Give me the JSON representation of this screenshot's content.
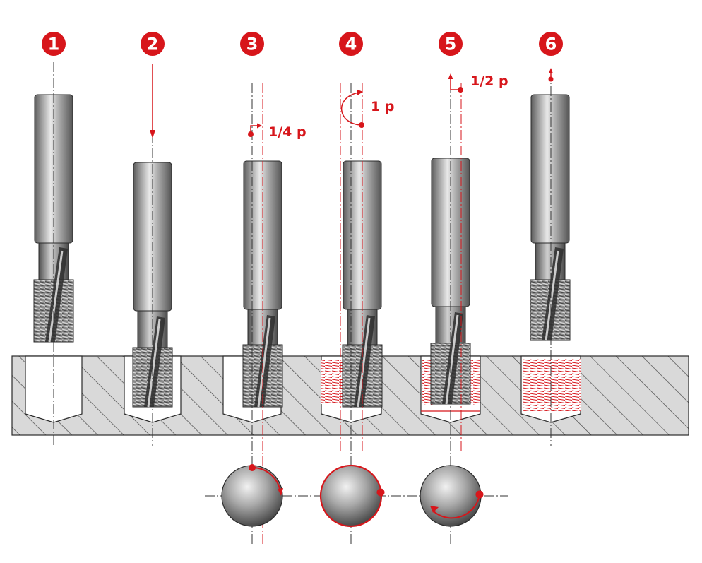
{
  "diagram": {
    "colors": {
      "accent": "#d7161b",
      "workpiece": "#d9d9d9",
      "hatch": "#4a4a4a",
      "outline": "#2b2b2b",
      "centerline": "#333333"
    },
    "steps": [
      {
        "number": "1",
        "motion_label": "",
        "icon": "tool-above-hole"
      },
      {
        "number": "2",
        "motion_label": "",
        "icon": "plunge-down-arrow"
      },
      {
        "number": "3",
        "motion_label": "1/4 p",
        "icon": "radial-entry-arrow"
      },
      {
        "number": "4",
        "motion_label": "1 p",
        "icon": "helical-circle-arrow"
      },
      {
        "number": "5",
        "motion_label": "1/2 p",
        "icon": "radial-exit-arrow"
      },
      {
        "number": "6",
        "motion_label": "",
        "icon": "retract-up-arrow"
      }
    ]
  }
}
